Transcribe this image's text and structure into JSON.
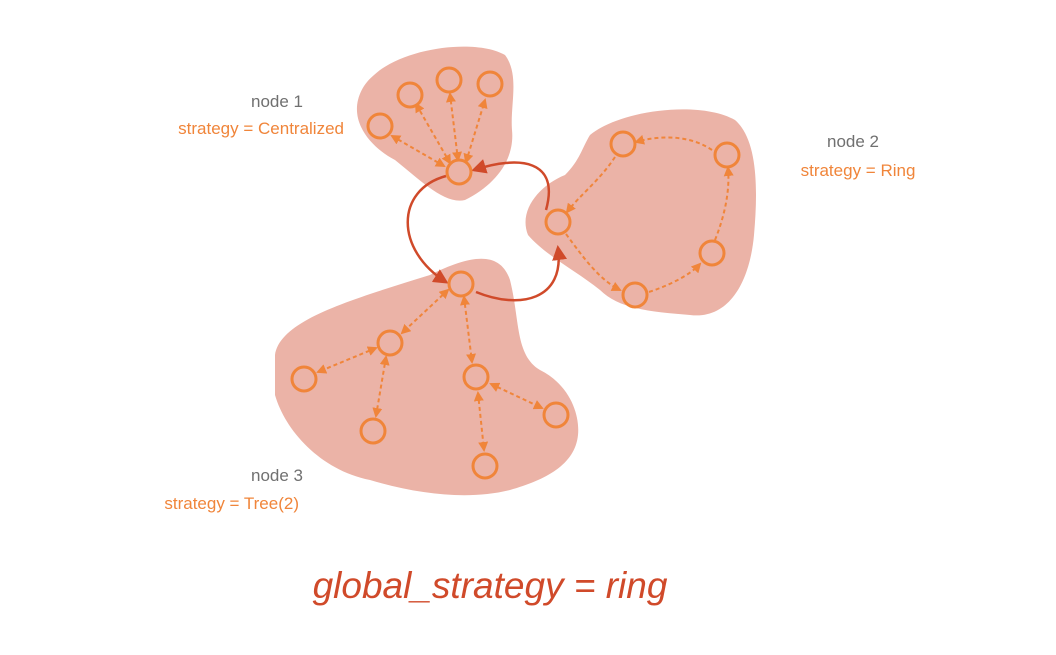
{
  "colors": {
    "blob_fill": "#ebb3a7",
    "node_stroke": "#f0853a",
    "node_fill": "#ebb3a7",
    "intra_arrow": "#f0853a",
    "inter_arrow": "#d04a2a",
    "label_name": "#707070",
    "label_strategy": "#f0853a",
    "global_label": "#d04a2a"
  },
  "clusters": [
    {
      "id": "node1",
      "name": "node 1",
      "strategy": "strategy = Centralized"
    },
    {
      "id": "node2",
      "name": "node 2",
      "strategy": "strategy = Ring"
    },
    {
      "id": "node3",
      "name": "node 3",
      "strategy": "strategy = Tree(2)"
    }
  ],
  "global_strategy": "global_strategy = ring"
}
